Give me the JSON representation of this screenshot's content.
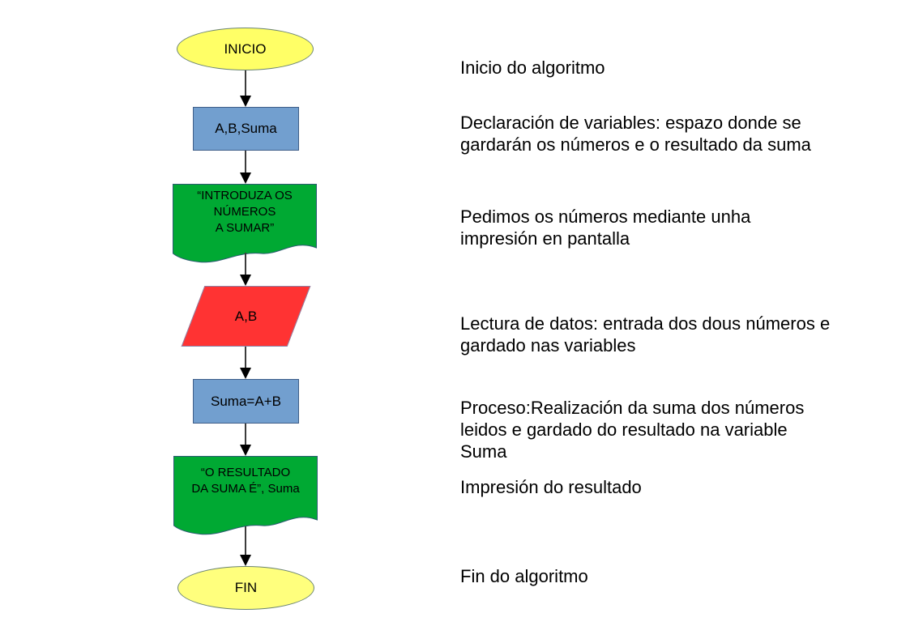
{
  "page": {
    "background_color": "#ffffff",
    "language": "gl"
  },
  "colors": {
    "terminator_fill_start": "#ffff66",
    "terminator_fill_end": "#ffff7d",
    "process_fill": "#729fcf",
    "document_fill": "#00a933",
    "input_fill": "#ff3333",
    "arrow_color": "#000000",
    "text_color": "#000000"
  },
  "flowchart": {
    "nodes": [
      {
        "id": "start",
        "type": "terminator",
        "label": "INICIO"
      },
      {
        "id": "declare",
        "type": "process",
        "label": "A,B,Suma"
      },
      {
        "id": "prompt",
        "type": "document",
        "label": "“INTRODUZA OS\nNÚMEROS\nA SUMAR”"
      },
      {
        "id": "input",
        "type": "input",
        "label": "A,B"
      },
      {
        "id": "sum",
        "type": "process",
        "label": "Suma=A+B"
      },
      {
        "id": "result",
        "type": "document",
        "label": "“O RESULTADO\nDA SUMA É”, Suma"
      },
      {
        "id": "end",
        "type": "terminator",
        "label": "FIN"
      }
    ]
  },
  "annotations": [
    {
      "text": "Inicio do algoritmo"
    },
    {
      "text": "Declaración de variables: espazo donde se\ngardarán os números e o resultado da suma"
    },
    {
      "text": "Pedimos os números mediante unha\nimpresión en pantalla"
    },
    {
      "text": "Lectura de datos: entrada dos dous números e\ngardado nas variables"
    },
    {
      "text": "Proceso:Realización da suma dos números\nleidos e gardado do resultado na variable\nSuma"
    },
    {
      "text": "Impresión do resultado"
    },
    {
      "text": "Fin do algoritmo"
    }
  ]
}
